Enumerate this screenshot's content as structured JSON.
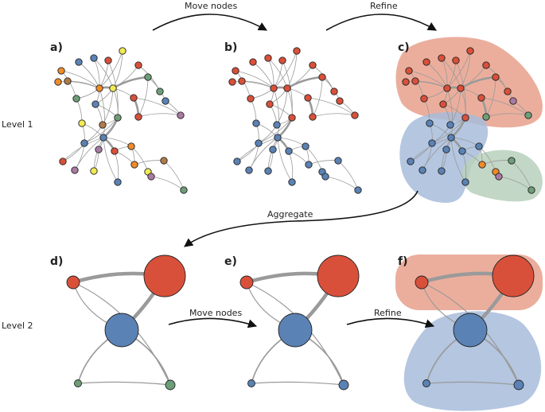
{
  "level_labels": {
    "level1": "Level 1",
    "level2": "Level 2"
  },
  "panel_labels": {
    "a": "a)",
    "b": "b)",
    "c": "c)",
    "d": "d)",
    "e": "e)",
    "f": "f)"
  },
  "arrow_labels": {
    "top_move": "Move nodes",
    "top_refine": "Refine",
    "aggregate": "Aggregate",
    "bottom_move": "Move nodes",
    "bottom_refine": "Refine"
  },
  "colors": {
    "red": "#d9503a",
    "blue": "#5b82b4",
    "green": "#6e9e78",
    "purple": "#a97ba4",
    "orange": "#ef8b2a",
    "yellow": "#f2ea55",
    "brown": "#b07a4a",
    "region_red": "#e8a08c",
    "region_blue": "#a7bcda",
    "region_green": "#b8d0bc"
  }
}
